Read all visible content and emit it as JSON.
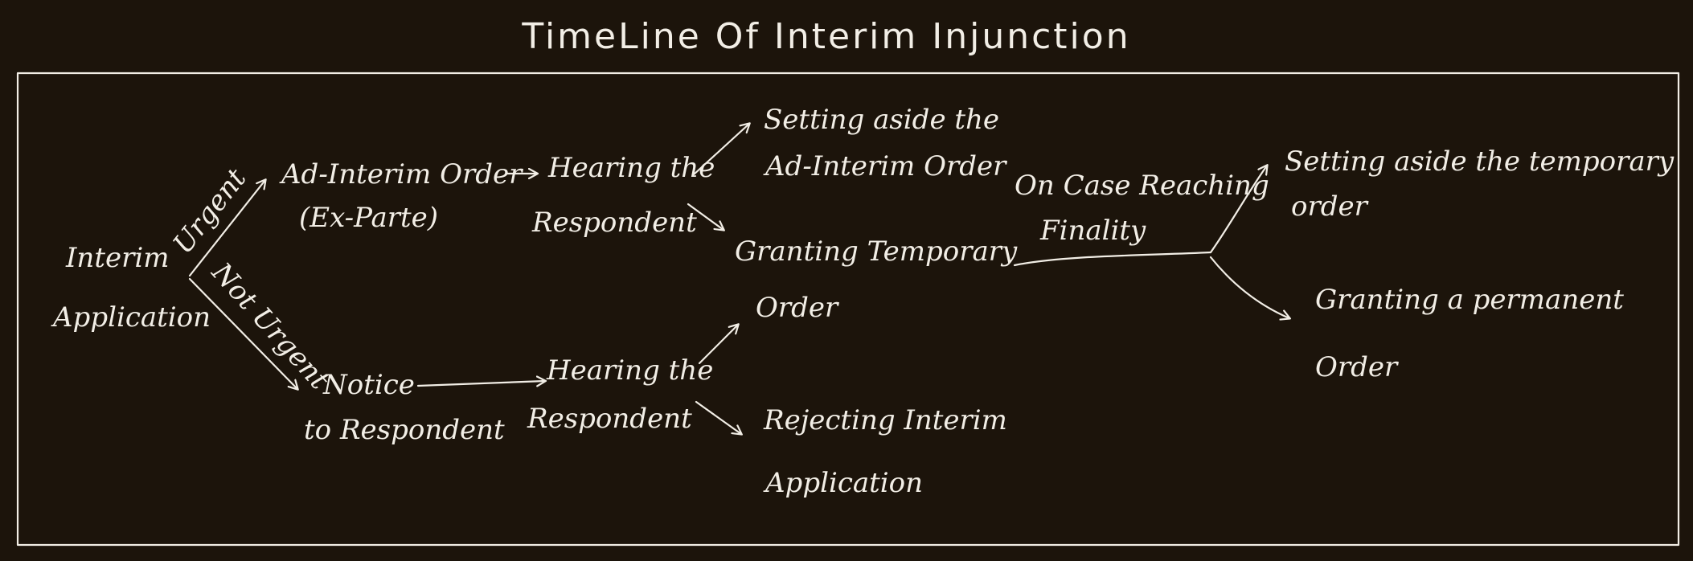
{
  "title": "TimeLine Of Interim Injunction",
  "nodes": {
    "interim_application": [
      "Interim",
      "Application"
    ],
    "ad_interim_order": [
      "Ad-Interim Order",
      "(Ex-Parte)"
    ],
    "notice": [
      "Notice",
      "to Respondent"
    ],
    "hearing_top": [
      "Hearing the",
      "Respondent"
    ],
    "hearing_bottom": [
      "Hearing the",
      "Respondent"
    ],
    "setting_aside_ad_interim": [
      "Setting aside the",
      "Ad-Interim Order"
    ],
    "granting_temporary": [
      "Granting Temporary",
      "Order"
    ],
    "rejecting_interim": [
      "Rejecting Interim",
      "Application"
    ],
    "on_case_reaching": [
      "On Case Reaching",
      "Finality"
    ],
    "setting_aside_temporary": [
      "Setting aside the temporary",
      "order"
    ],
    "granting_permanent": [
      "Granting a permanent",
      "Order"
    ]
  },
  "edge_labels": {
    "urgent": "Urgent",
    "not_urgent": "Not Urgent"
  },
  "colors": {
    "background": "#1c140b",
    "chalk": "#f2eee6"
  }
}
